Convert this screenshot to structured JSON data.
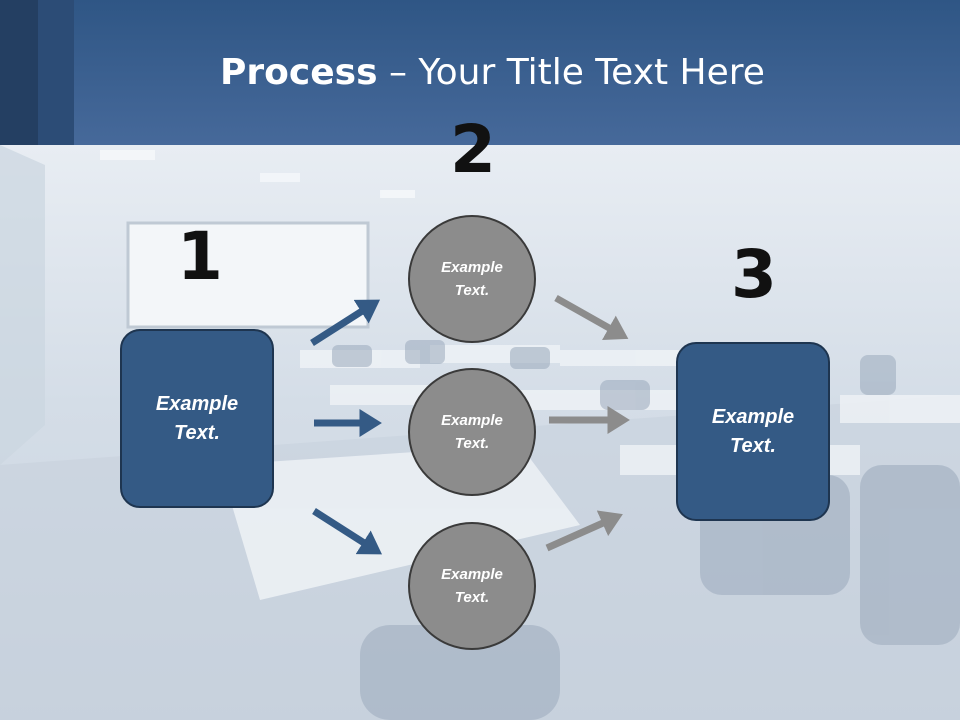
{
  "slide": {
    "title_bold": "Process",
    "title_rest": " – Your Title Text Here"
  },
  "steps": {
    "num1": "1",
    "num2": "2",
    "num3": "3"
  },
  "nodes": {
    "left_box": "Example Text.",
    "circle_top": "Example Text.",
    "circle_mid": "Example Text.",
    "circle_bottom": "Example Text.",
    "right_box": "Example Text."
  },
  "colors": {
    "header": "#46699a",
    "box": "#345a85",
    "circle": "#8c8c8c",
    "arrow_blue": "#345a85",
    "arrow_gray": "#8c8c8c"
  }
}
